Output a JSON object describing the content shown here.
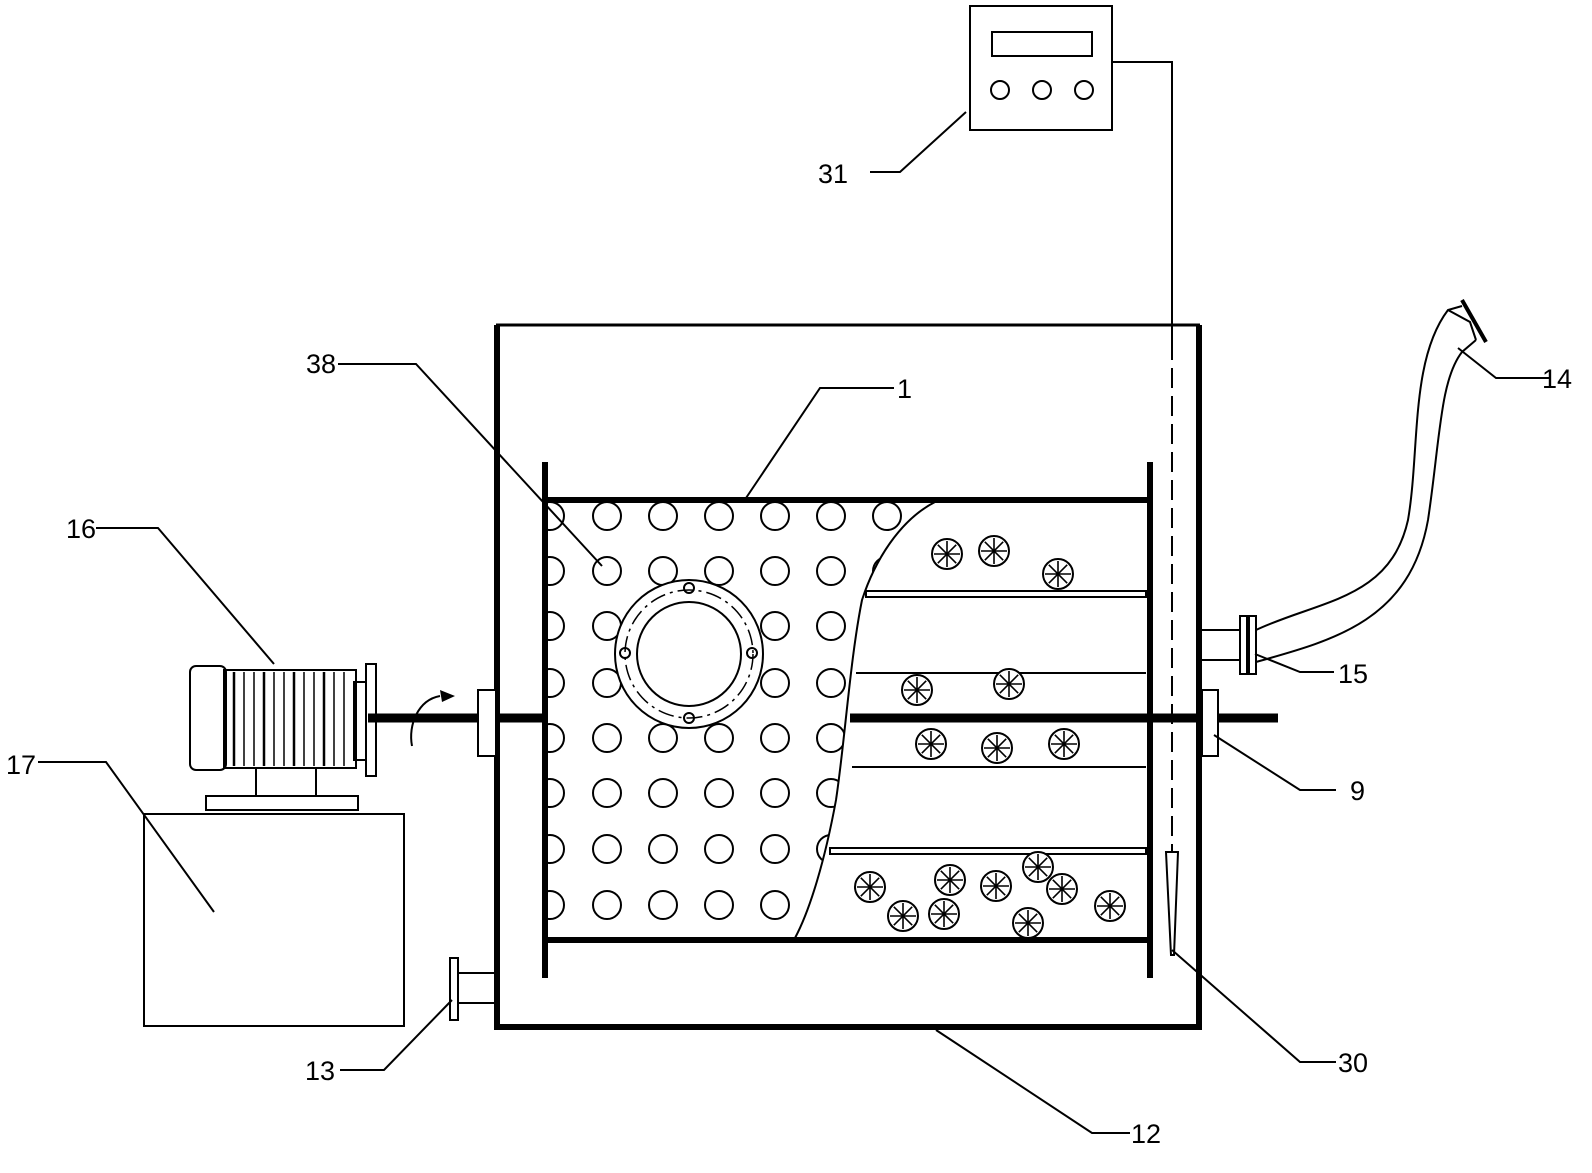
{
  "labels": {
    "drum": "1",
    "outer_tank": "12",
    "drain_pipe": "13",
    "outlet_hose": "14",
    "hose_flange": "15",
    "motor": "16",
    "motor_base": "17",
    "bearing_seal": "9",
    "temperature_probe": "30",
    "controller": "31",
    "perforation_hole": "38"
  },
  "colors": {
    "line": "#000000",
    "background": "#ffffff"
  }
}
